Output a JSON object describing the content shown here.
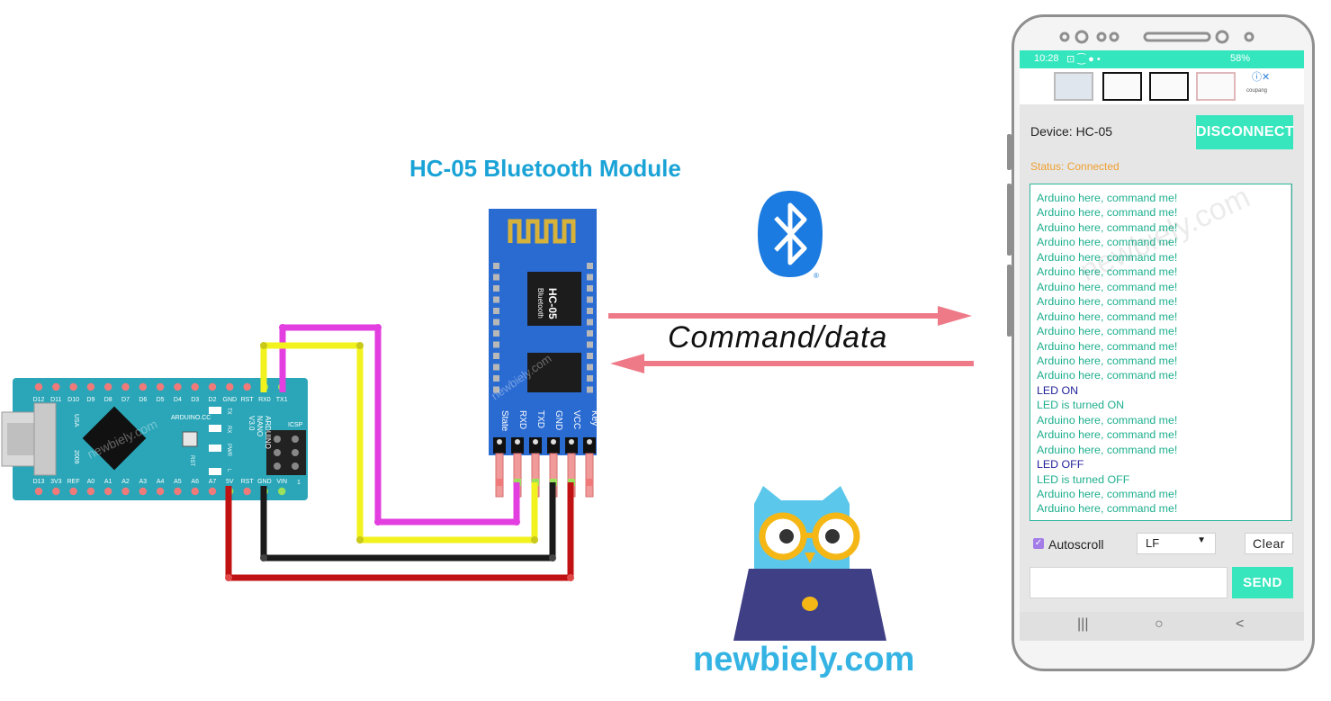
{
  "diagram": {
    "title": "HC-05 Bluetooth Module",
    "arrow_label": "Command/data",
    "brand": "newbiely.com",
    "watermark": "newbiely.com",
    "icons": [
      "bluetooth-icon",
      "owl-mascot",
      "laptop"
    ]
  },
  "arduino": {
    "top_pins": [
      "D12",
      "D11",
      "D10",
      "D9",
      "D8",
      "D7",
      "D6",
      "D5",
      "D4",
      "D3",
      "D2",
      "GND",
      "RST",
      "RX0",
      "TX1"
    ],
    "bottom_pins": [
      "D13",
      "3V3",
      "REF",
      "A0",
      "A1",
      "A2",
      "A3",
      "A4",
      "A5",
      "A6",
      "A7",
      "5V",
      "RST",
      "GND",
      "VIN"
    ],
    "board_labels": [
      "ARDUINO.CC",
      "ARDUINO",
      "NANO",
      "V3.0",
      "USA",
      "2009",
      "TX",
      "RX",
      "PWR",
      "L",
      "RST",
      "ICSP",
      "1"
    ]
  },
  "hc05": {
    "chip_label": "HC-05",
    "chip_sublabel": "Bluetooth",
    "pins": [
      "State",
      "RXD",
      "TXD",
      "GND",
      "VCC",
      "Key"
    ]
  },
  "phone": {
    "status_time": "10:28",
    "status_icons": "⊡ ⁐ ● •",
    "battery": "58%",
    "device_label": "Device: HC-05",
    "disconnect_label": "DISCONNECT",
    "status_text": "Status: Connected",
    "console_lines": [
      {
        "text": "Arduino here, command me!",
        "kind": "in"
      },
      {
        "text": "Arduino here, command me!",
        "kind": "in"
      },
      {
        "text": "Arduino here, command me!",
        "kind": "in"
      },
      {
        "text": "Arduino here, command me!",
        "kind": "in"
      },
      {
        "text": "Arduino here, command me!",
        "kind": "in"
      },
      {
        "text": "Arduino here, command me!",
        "kind": "in"
      },
      {
        "text": "Arduino here, command me!",
        "kind": "in"
      },
      {
        "text": "Arduino here, command me!",
        "kind": "in"
      },
      {
        "text": "Arduino here, command me!",
        "kind": "in"
      },
      {
        "text": "Arduino here, command me!",
        "kind": "in"
      },
      {
        "text": "Arduino here, command me!",
        "kind": "in"
      },
      {
        "text": "Arduino here, command me!",
        "kind": "in"
      },
      {
        "text": "Arduino here, command me!",
        "kind": "in"
      },
      {
        "text": "LED ON",
        "kind": "out"
      },
      {
        "text": "LED is turned ON",
        "kind": "in"
      },
      {
        "text": "Arduino here, command me!",
        "kind": "in"
      },
      {
        "text": "Arduino here, command me!",
        "kind": "in"
      },
      {
        "text": "Arduino here, command me!",
        "kind": "in"
      },
      {
        "text": "LED OFF",
        "kind": "out"
      },
      {
        "text": "LED is turned OFF",
        "kind": "in"
      },
      {
        "text": "Arduino here, command me!",
        "kind": "in"
      },
      {
        "text": "Arduino here, command me!",
        "kind": "in"
      }
    ],
    "autoscroll_label": "Autoscroll",
    "autoscroll_checked": true,
    "line_ending": "LF",
    "clear_label": "Clear",
    "input_value": "",
    "send_label": "SEND",
    "nav": {
      "recent": "|||",
      "home": "○",
      "back": "<"
    },
    "ad_brand": "coupang"
  },
  "colors": {
    "accent": "#37e6bd",
    "title_blue": "#1aa3d6",
    "wire_magenta": "#e33ee0",
    "wire_yellow": "#f2f21e",
    "wire_black": "#1a1a1a",
    "wire_red": "#c01212",
    "arrow_pink": "#ee7a88",
    "board_teal": "#2aa6b8",
    "console_in": "#1eaf8e",
    "console_out": "#23239a"
  }
}
